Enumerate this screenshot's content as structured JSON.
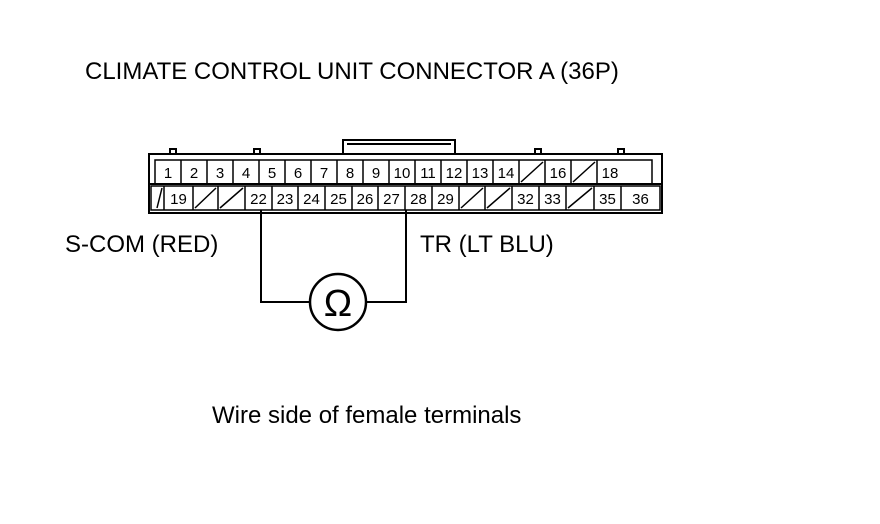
{
  "title": "CLIMATE CONTROL UNIT CONNECTOR A (36P)",
  "caption": "Wire side of female terminals",
  "probe_left": "S-COM (RED)",
  "probe_right": "TR (LT BLU)",
  "meter_symbol": "Ω",
  "meter_icon": "ohmmeter-icon",
  "connector": {
    "top_row": [
      "1",
      "2",
      "3",
      "4",
      "5",
      "6",
      "7",
      "8",
      "9",
      "10",
      "11",
      "12",
      "13",
      "14",
      "",
      "16",
      "",
      "18"
    ],
    "bottom_row": [
      "",
      "19",
      "",
      "",
      "22",
      "23",
      "24",
      "25",
      "26",
      "27",
      "28",
      "29",
      "",
      "",
      "32",
      "33",
      "",
      "35",
      "36"
    ],
    "measured_terminals": [
      "22",
      "27"
    ]
  }
}
